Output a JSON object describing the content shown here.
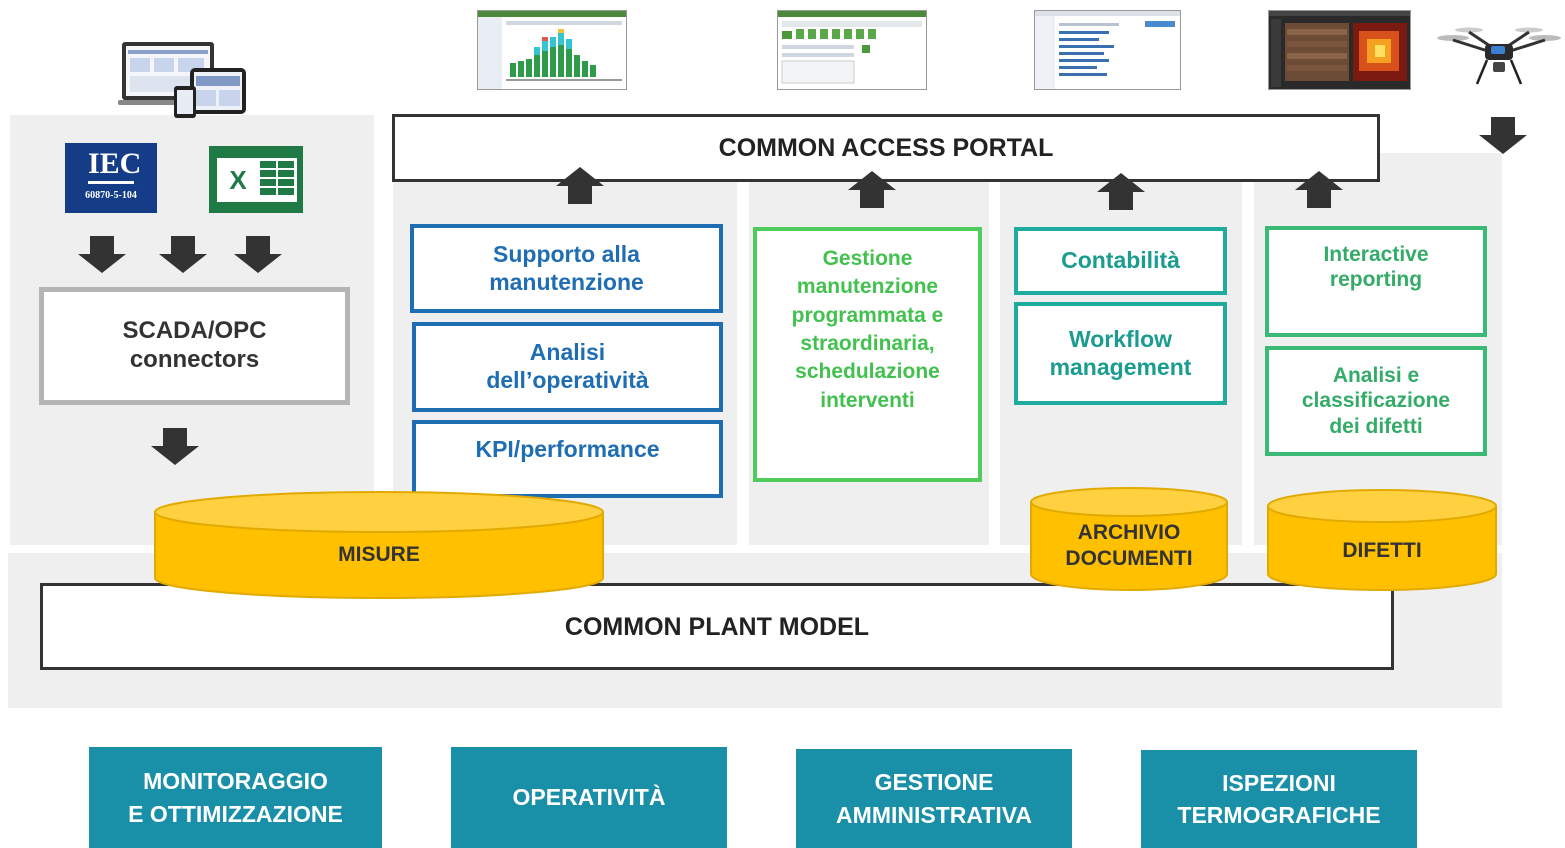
{
  "portal": {
    "label": "COMMON ACCESS PORTAL"
  },
  "plant_model": {
    "label": "COMMON PLANT MODEL"
  },
  "left": {
    "iec_logo": {
      "title": "IEC",
      "subtitle": "60870-5-104"
    },
    "excel_logo": {
      "letter": "X"
    },
    "scada": {
      "lines": [
        "SCADA/OPC",
        "connectors"
      ]
    }
  },
  "modules": {
    "monitoring": [
      {
        "lines": [
          "Supporto alla",
          "manutenzione"
        ]
      },
      {
        "lines": [
          "Analisi",
          "dell’operatività"
        ]
      },
      {
        "lines": [
          "KPI/performance"
        ]
      }
    ],
    "operations": {
      "lines": [
        "Gestione",
        "manutenzione",
        "programmata e",
        "straordinaria,",
        "schedulazione",
        "interventi"
      ]
    },
    "admin": [
      {
        "lines": [
          "Contabilità"
        ]
      },
      {
        "lines": [
          "Workflow",
          "management"
        ]
      }
    ],
    "inspections": [
      {
        "lines": [
          "Interactive",
          "reporting"
        ]
      },
      {
        "lines": [
          "Analisi e",
          "classificazione",
          "dei difetti"
        ]
      }
    ]
  },
  "databases": {
    "misure": {
      "lines": [
        "MISURE"
      ]
    },
    "archivio": {
      "lines": [
        "ARCHIVIO",
        "DOCUMENTI"
      ]
    },
    "difetti": {
      "lines": [
        "DIFETTI"
      ]
    }
  },
  "categories": [
    {
      "lines": [
        "MONITORAGGIO",
        "E OTTIMIZZAZIONE"
      ]
    },
    {
      "lines": [
        "OPERATIVITÀ"
      ]
    },
    {
      "lines": [
        "GESTIONE",
        "AMMINISTRATIVA"
      ]
    },
    {
      "lines": [
        "ISPEZIONI",
        "TERMOGRAFICHE"
      ]
    }
  ],
  "colors": {
    "blue": "#1f6db3",
    "green": "#50cc5c",
    "teal": "#1fac9e",
    "seagreen": "#3bba76",
    "gold": "#ffc000",
    "tile": "#1a8fa8"
  },
  "icons": [
    "devices-icon",
    "dashboard-screenshot-icon",
    "form-screenshot-icon",
    "list-screenshot-icon",
    "thermal-screenshot-icon",
    "drone-icon"
  ]
}
